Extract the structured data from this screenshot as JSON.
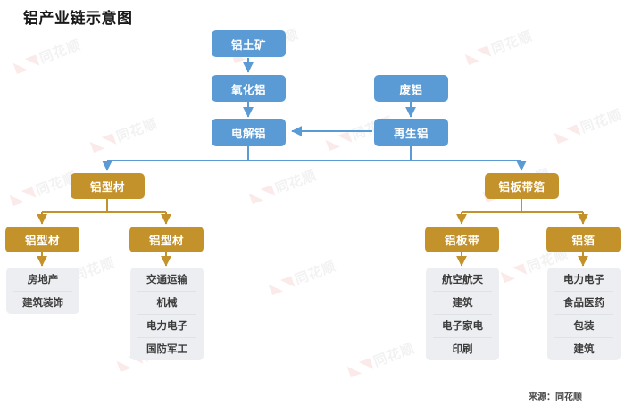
{
  "page": {
    "title": "铝产业链示意图",
    "source": "来源：同花顺",
    "watermark_text": "同花顺",
    "colors": {
      "upstream_node": "#5b9bd5",
      "midstream_node": "#c4922a",
      "leaf_card_bg": "#eceef1",
      "blue_connector": "#5b9bd5",
      "gold_connector": "#c4922a",
      "title_text": "#1a1a1a",
      "leaf_text": "#3d3d3d"
    }
  },
  "diagram": {
    "type": "flowchart",
    "upstream": [
      {
        "id": "bauxite",
        "label": "铝土矿"
      },
      {
        "id": "alumina",
        "label": "氧化铝"
      },
      {
        "id": "electro",
        "label": "电解铝"
      },
      {
        "id": "scrap",
        "label": "废铝"
      },
      {
        "id": "recycled",
        "label": "再生铝"
      }
    ],
    "midstream": [
      {
        "id": "profile_main",
        "label": "铝型材"
      },
      {
        "id": "sheet_main",
        "label": "铝板带箔"
      }
    ],
    "branches": [
      {
        "id": "profile_a",
        "label": "铝型材"
      },
      {
        "id": "profile_b",
        "label": "铝型材"
      },
      {
        "id": "sheet_a",
        "label": "铝板带"
      },
      {
        "id": "foil",
        "label": "铝箔"
      }
    ],
    "applications": [
      {
        "parent": "profile_a",
        "items": [
          "房地产",
          "建筑装饰"
        ]
      },
      {
        "parent": "profile_b",
        "items": [
          "交通运输",
          "机械",
          "电力电子",
          "国防军工"
        ]
      },
      {
        "parent": "sheet_a",
        "items": [
          "航空航天",
          "建筑",
          "电子家电",
          "印刷"
        ]
      },
      {
        "parent": "foil",
        "items": [
          "电力电子",
          "食品医药",
          "包装",
          "建筑"
        ]
      }
    ]
  }
}
